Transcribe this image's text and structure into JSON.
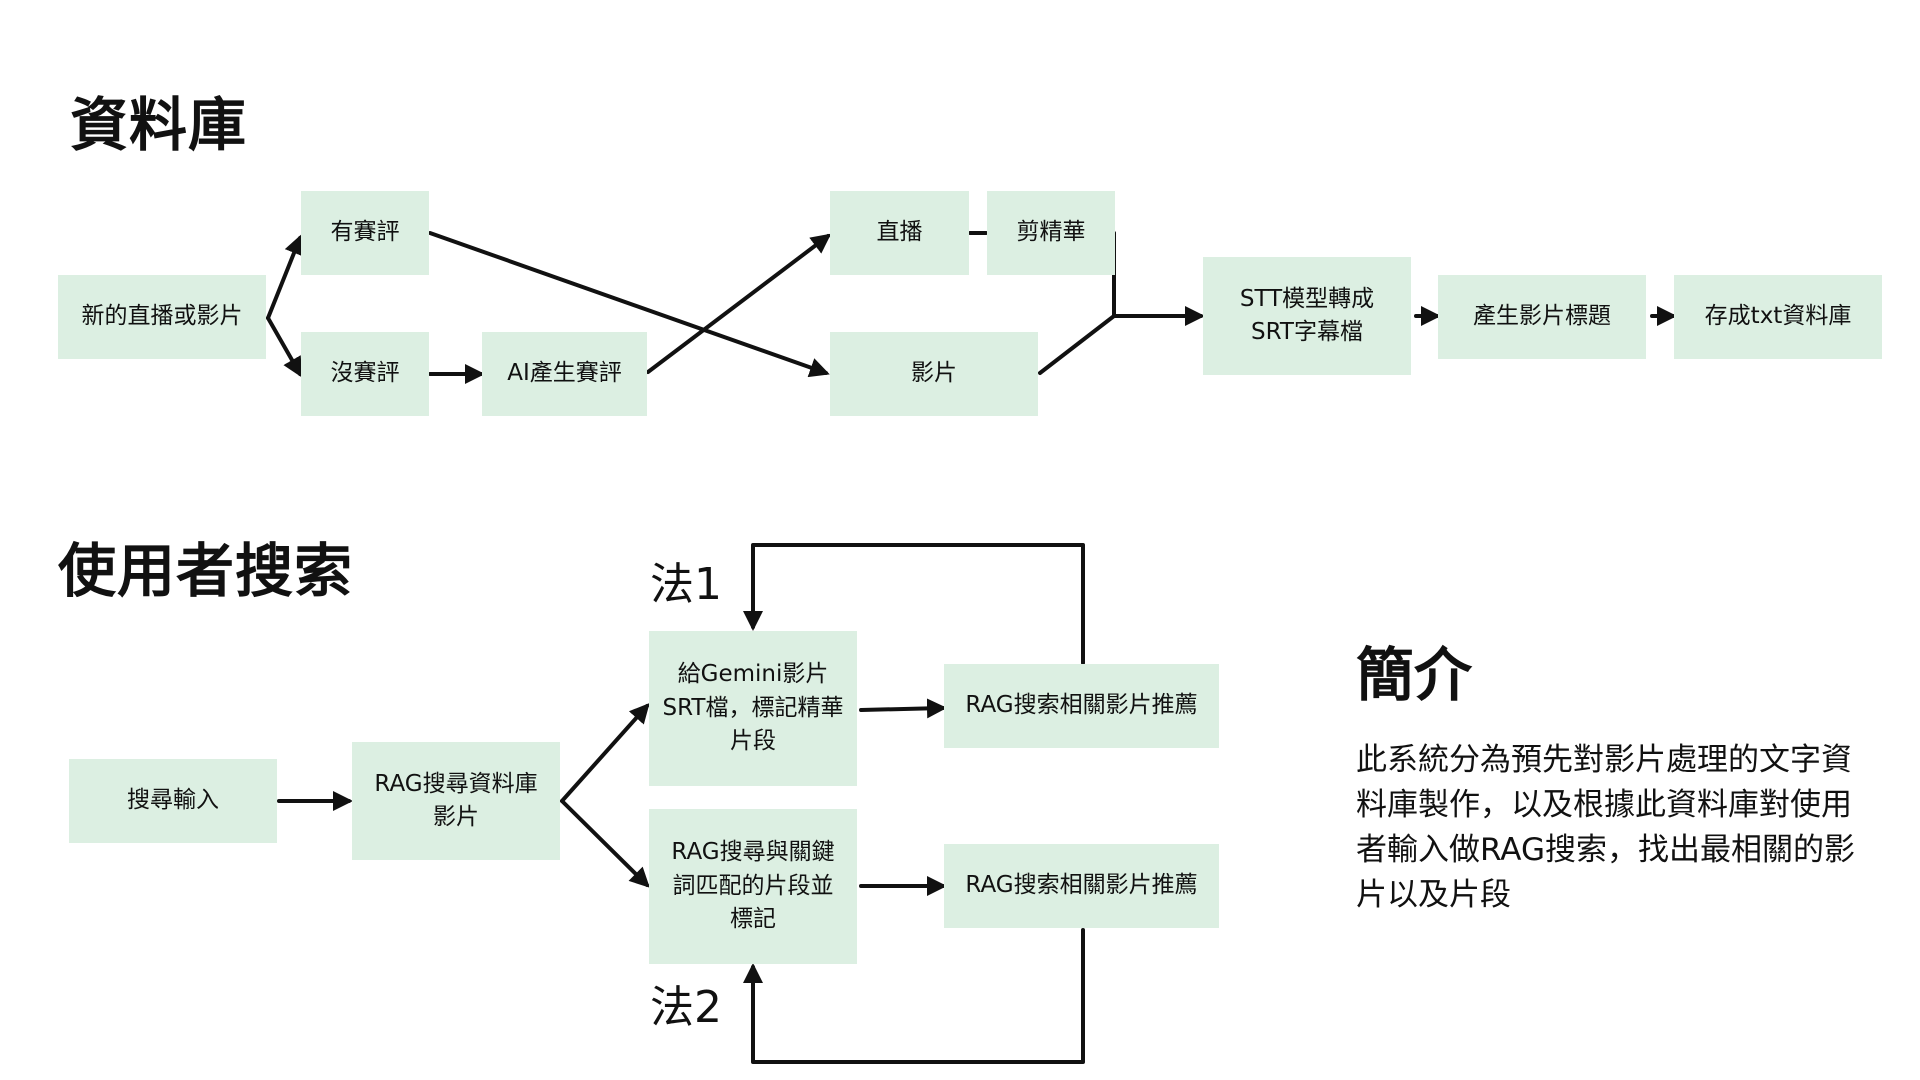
{
  "database": {
    "title": "資料庫",
    "nodes": {
      "new_live": "新的直播或影片",
      "has_commentary": "有賽評",
      "no_commentary": "沒賽評",
      "ai_commentary": "AI產生賽評",
      "live": "直播",
      "highlights": "剪精華",
      "video": "影片",
      "stt": "STT模型轉成\nSRT字幕檔",
      "gen_title": "產生影片標題",
      "save_txt": "存成txt資料庫"
    }
  },
  "search": {
    "title": "使用者搜索",
    "nodes": {
      "search_input": "搜尋輸入",
      "rag_db": "RAG搜尋資料庫\n影片",
      "gemini": "給Gemini影片\nSRT檔，標記精華\n片段",
      "keyword": "RAG搜尋與關鍵\n詞匹配的片段並\n標記",
      "recommend_1": "RAG搜索相關影片推薦",
      "recommend_2": "RAG搜索相關影片推薦"
    },
    "method_1": "法1",
    "method_2": "法2"
  },
  "intro": {
    "title": "簡介",
    "text": "此系統分為預先對影片處理的文字資料庫製作，以及根據此資料庫對使用者輸入做RAG搜索，找出最相關的影片以及片段"
  },
  "colors": {
    "node_fill": "#dcefe2",
    "line": "#111111"
  }
}
